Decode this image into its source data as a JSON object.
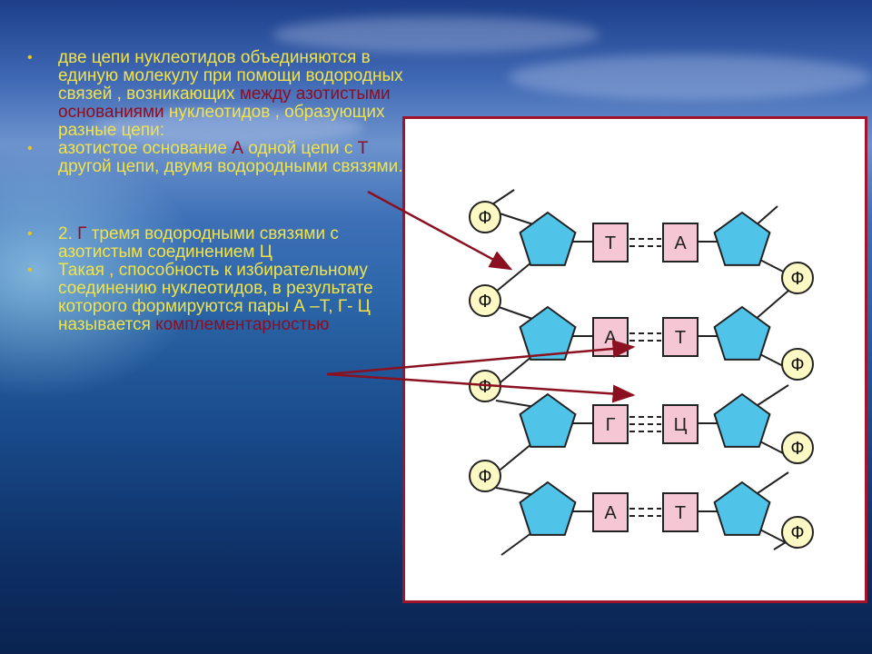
{
  "bullets": [
    {
      "parts": [
        {
          "text": "две цепи  нуклеотидов объединяются  в единую молекулу при помощи водородных связей , возникающих ",
          "color": "yellow"
        },
        {
          "text": "между азотистыми основаниями",
          "color": "red"
        },
        {
          "text": " нуклеотидов , образующих  разные цепи:",
          "color": "yellow"
        }
      ]
    },
    {
      "parts": [
        {
          "text": "азотистое основание ",
          "color": "yellow"
        },
        {
          "text": "А",
          "color": "red"
        },
        {
          "text": "  одной цепи с ",
          "color": "yellow"
        },
        {
          "text": "Т",
          "color": "red"
        },
        {
          "text": " другой цепи, двумя водородными связями.",
          "color": "yellow"
        }
      ]
    },
    {
      "parts": [
        {
          "text": "2.  ",
          "color": "yellow"
        },
        {
          "text": "Г",
          "color": "red"
        },
        {
          "text": "  тремя водородными связями  с азотистым соединением Ц",
          "color": "yellow"
        }
      ]
    },
    {
      "parts": [
        {
          "text": "Такая , способность к избирательному соединению нуклеотидов, в результате которого формируются пары А –Т, Г- Ц называется  ",
          "color": "yellow"
        },
        {
          "text": "комплементарностью",
          "color": "red"
        }
      ]
    }
  ],
  "diagram": {
    "phosphate_label": "Ф",
    "pairs": [
      {
        "left": "Т",
        "right": "А",
        "bonds": 2
      },
      {
        "left": "А",
        "right": "Т",
        "bonds": 2
      },
      {
        "left": "Г",
        "right": "Ц",
        "bonds": 3
      },
      {
        "left": "А",
        "right": "Т",
        "bonds": 2
      }
    ]
  },
  "colors": {
    "text_yellow": "#f2e34a",
    "text_red": "#8b0e22",
    "bullet": "#f0c419",
    "sugar": "#4fc3e8",
    "base": "#f5c6d3",
    "phosphate": "#fdf9c4",
    "frame": "#a3142a",
    "arrow": "#8b1020"
  }
}
